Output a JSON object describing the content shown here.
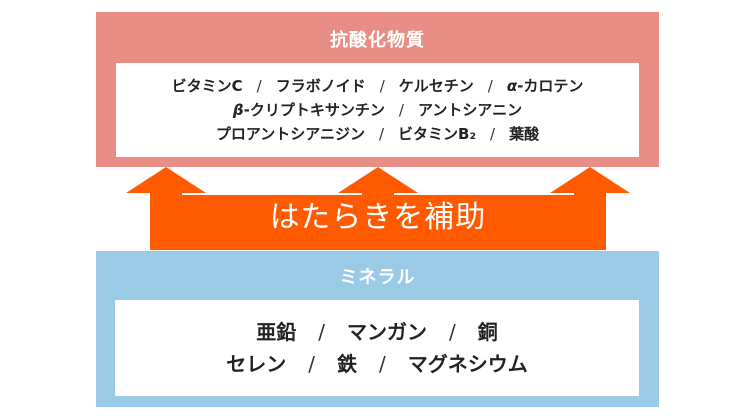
{
  "antioxidants": {
    "title": "抗酸化物質",
    "separator": "/",
    "row1": [
      "ビタミンC",
      "フラボノイド",
      "ケルセチン",
      "α-カロテン"
    ],
    "row2": [
      "β-クリプトキサンチン",
      "アントシアニン"
    ],
    "row3": [
      "プロアントシアニジン",
      "ビタミンB₂",
      "葉酸"
    ]
  },
  "arrow": {
    "label": "はたらきを補助"
  },
  "minerals": {
    "title": "ミネラル",
    "separator": "/",
    "row1": [
      "亜鉛",
      "マンガン",
      "銅"
    ],
    "row2": [
      "セレン",
      "鉄",
      "マグネシウム"
    ]
  },
  "colors": {
    "antioxidant_panel": "#e88e86",
    "mineral_panel": "#9bcae6",
    "arrow": "#ff5a00"
  }
}
